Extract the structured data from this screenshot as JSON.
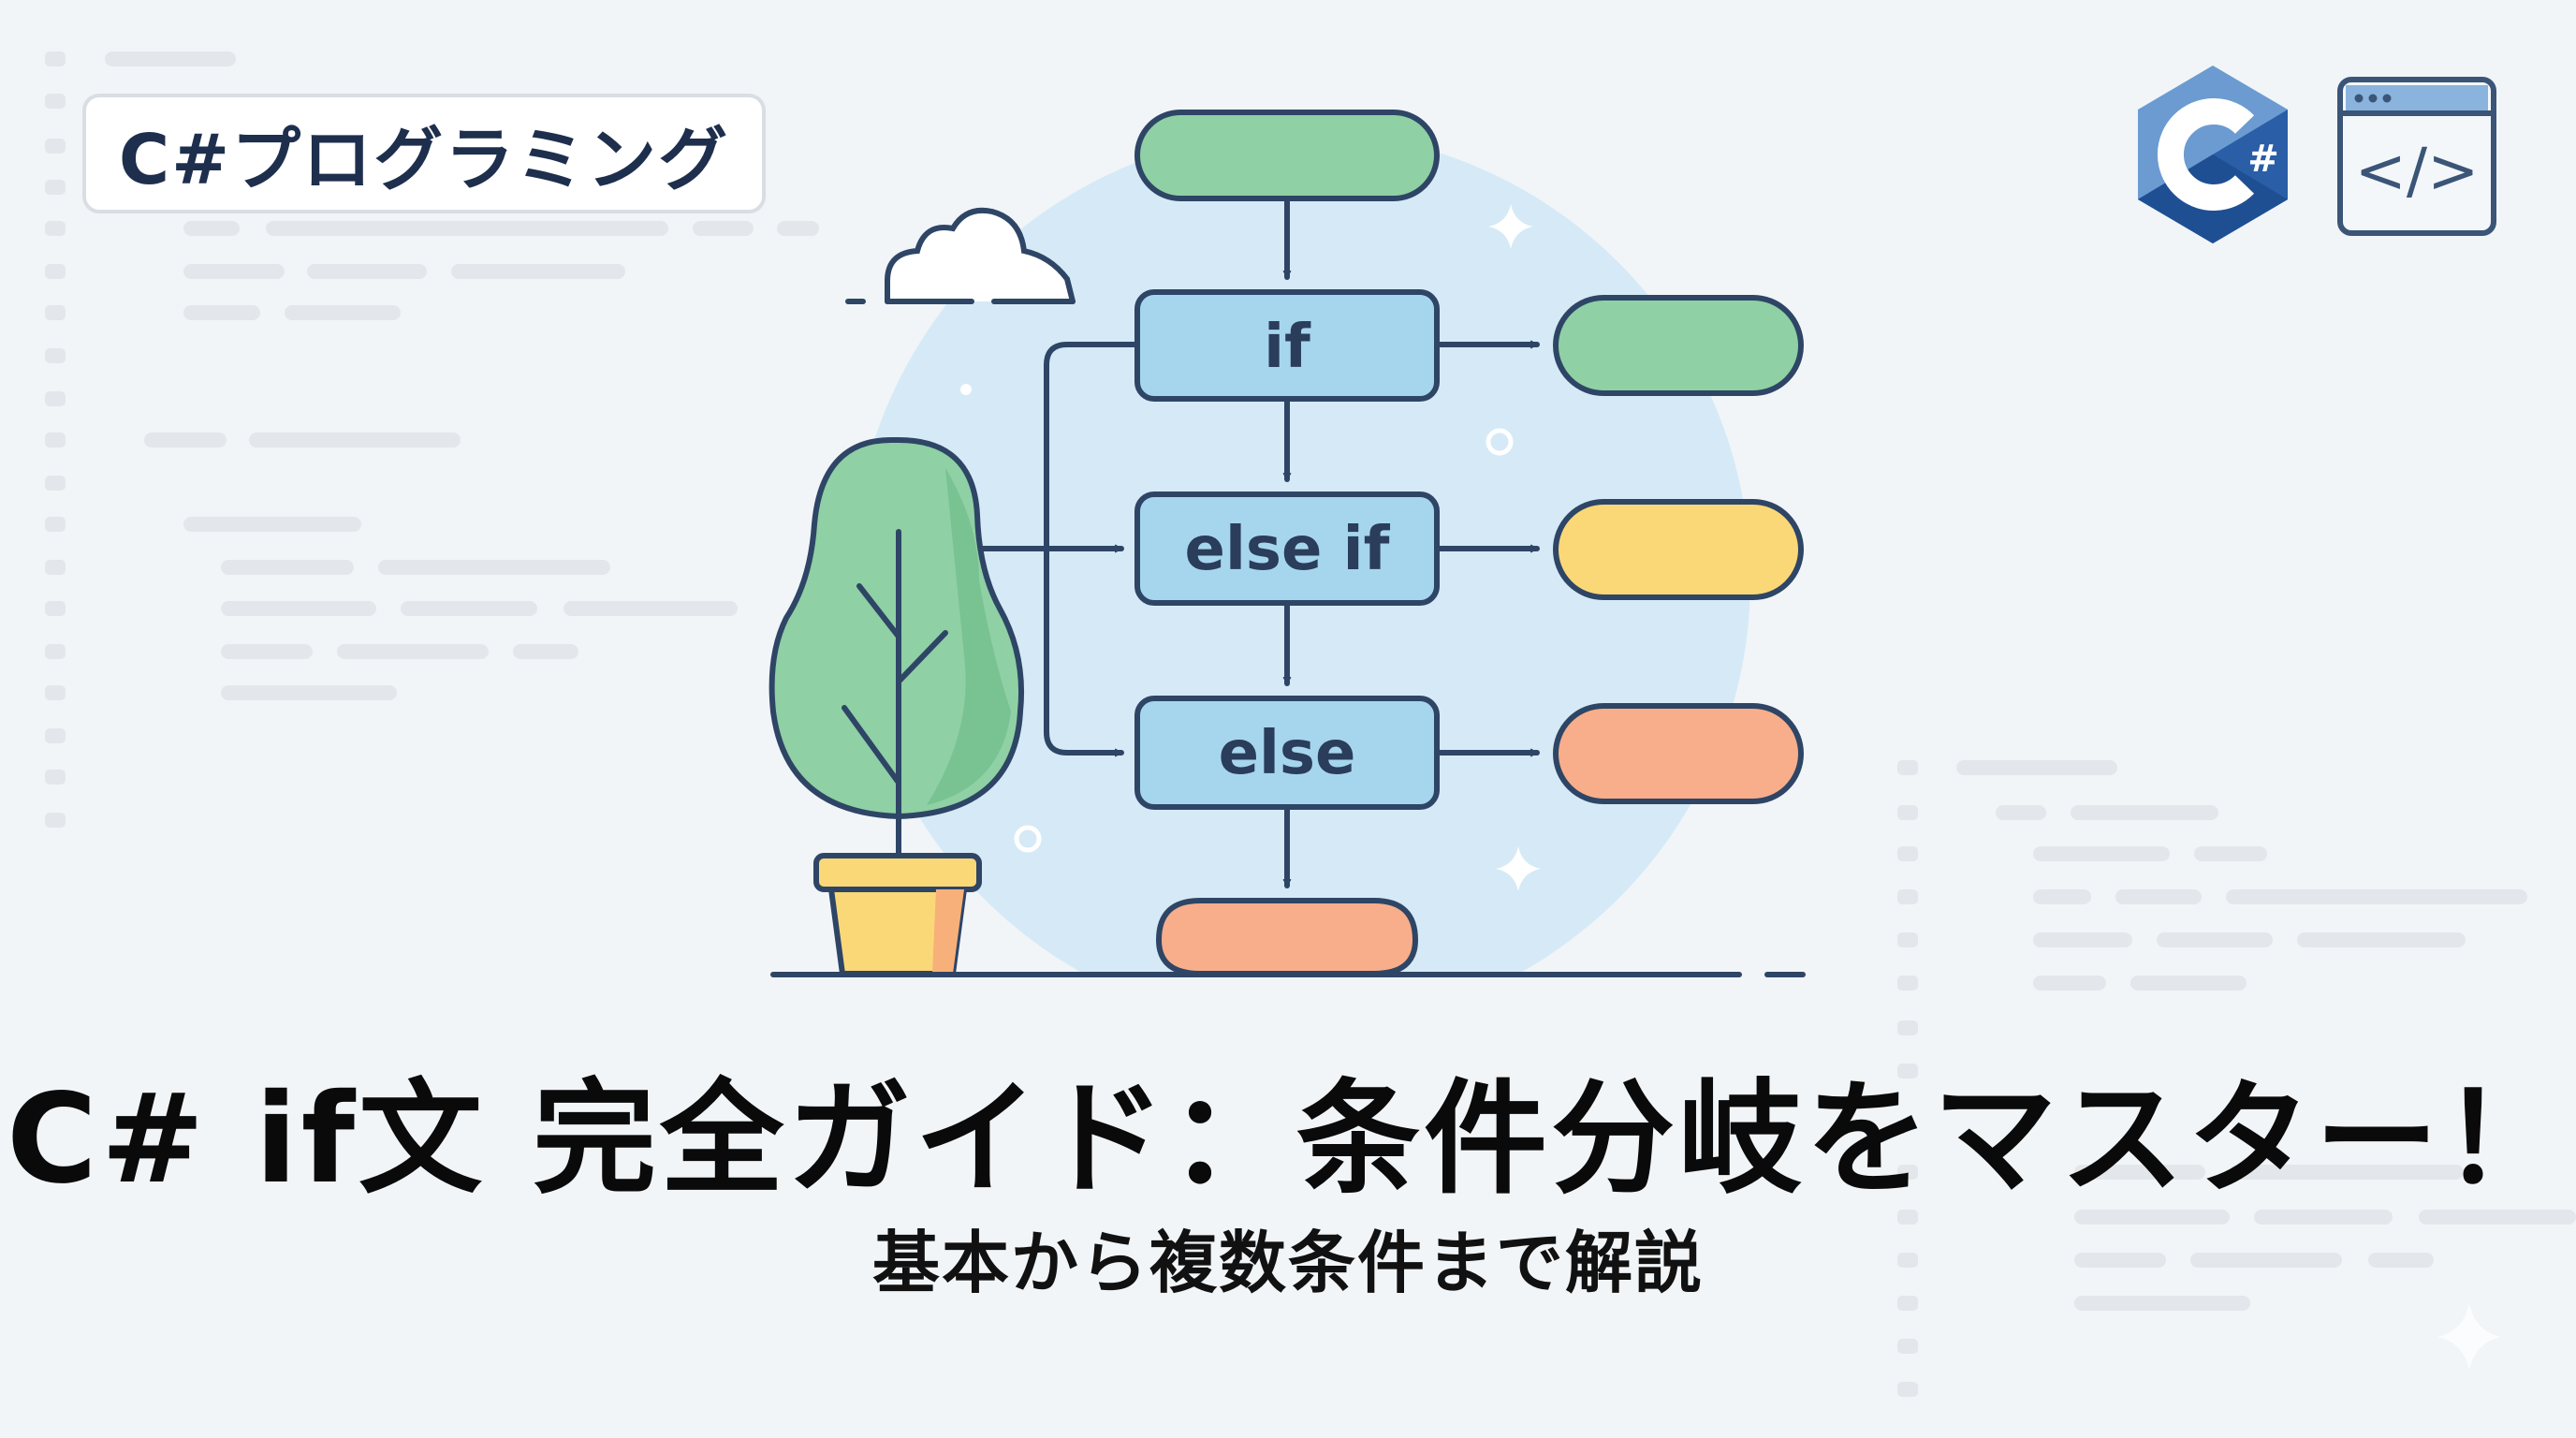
{
  "header": {
    "category_tag": "C#プログラミング"
  },
  "icons": {
    "csharp_logo": "csharp-logo-icon",
    "csharp_hash": "#",
    "code_window": "code-window-icon",
    "code_window_glyph": "</>"
  },
  "flowchart": {
    "nodes": [
      {
        "id": "start",
        "label": "",
        "shape": "terminal",
        "color": "#8fd0a4"
      },
      {
        "id": "if",
        "label": "if",
        "shape": "process",
        "color": "#a6d6ee"
      },
      {
        "id": "else_if",
        "label": "else if",
        "shape": "process",
        "color": "#a6d6ee"
      },
      {
        "id": "else",
        "label": "else",
        "shape": "process",
        "color": "#a6d6ee"
      },
      {
        "id": "if_result",
        "label": "",
        "shape": "terminal",
        "color": "#8fd0a4"
      },
      {
        "id": "else_if_result",
        "label": "",
        "shape": "terminal",
        "color": "#fad877"
      },
      {
        "id": "else_result",
        "label": "",
        "shape": "terminal",
        "color": "#f8ae8a"
      },
      {
        "id": "end",
        "label": "",
        "shape": "terminal",
        "color": "#f8ae8a"
      }
    ],
    "stroke_color": "#2e4566",
    "backdrop_color": "#d5eaf6"
  },
  "title": {
    "main": "C# if文 完全ガイド：条件分岐をマスター！",
    "sub": "基本から複数条件まで解説"
  }
}
